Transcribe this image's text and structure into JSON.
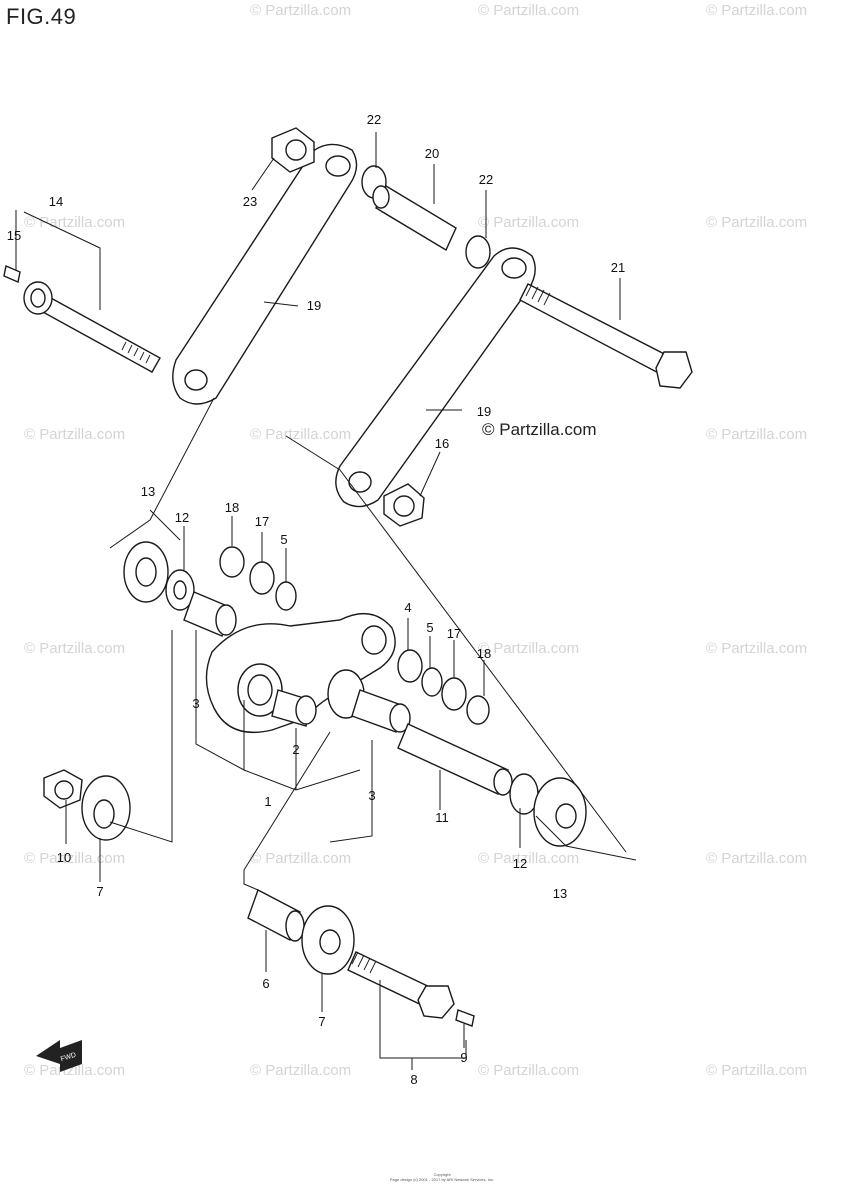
{
  "figure_title": "FIG.49",
  "watermark_text": "© Partzilla.com",
  "watermark_main": "© Partzilla.com",
  "callouts": {
    "p1": "1",
    "p2": "2",
    "p3a": "3",
    "p3b": "3",
    "p4": "4",
    "p5a": "5",
    "p5b": "5",
    "p6": "6",
    "p7a": "7",
    "p7b": "7",
    "p8": "8",
    "p9": "9",
    "p10": "10",
    "p11": "11",
    "p12a": "12",
    "p12b": "12",
    "p13a": "13",
    "p13b": "13",
    "p14": "14",
    "p15": "15",
    "p16": "16",
    "p17a": "17",
    "p17b": "17",
    "p18a": "18",
    "p18b": "18",
    "p19a": "19",
    "p19b": "19",
    "p20": "20",
    "p21": "21",
    "p22a": "22",
    "p22b": "22",
    "p23": "23"
  },
  "front_arrow_label": "FWD",
  "footer_line1": "Copyright",
  "footer_line2": "Page design (c) 2001 - 2017 by ARI Network Services, Inc."
}
